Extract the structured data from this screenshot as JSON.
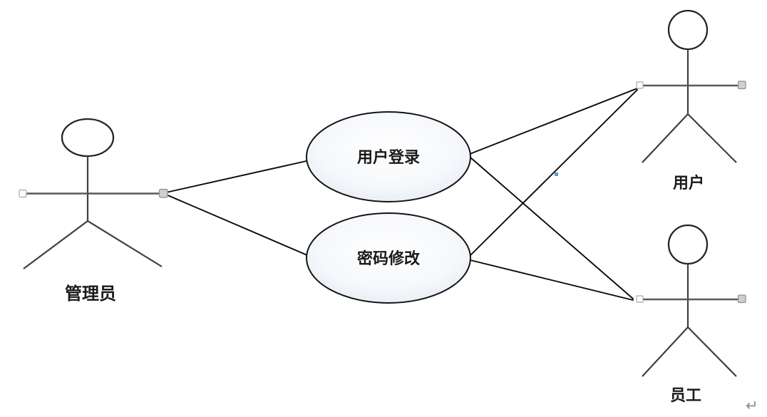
{
  "diagram": {
    "type": "uml-use-case-diagram",
    "actors": [
      {
        "id": "admin",
        "label": "管理员",
        "position": "left"
      },
      {
        "id": "user",
        "label": "用户",
        "position": "top-right"
      },
      {
        "id": "employee",
        "label": "员工",
        "position": "bottom-right"
      }
    ],
    "use_cases": [
      {
        "id": "login",
        "label": "用户登录"
      },
      {
        "id": "password-change",
        "label": "密码修改"
      }
    ],
    "associations": [
      {
        "from": "管理员",
        "to": "用户登录"
      },
      {
        "from": "管理员",
        "to": "密码修改"
      },
      {
        "from": "用户登录",
        "to": "用户"
      },
      {
        "from": "用户登录",
        "to": "员工"
      },
      {
        "from": "密码修改",
        "to": "用户"
      },
      {
        "from": "密码修改",
        "to": "员工"
      }
    ],
    "paragraph_mark": "↵",
    "colors": {
      "background": "#ffffff",
      "figure_stroke": "#3f3f3f",
      "arm_stroke": "#595959",
      "connector_stroke": "#0a0a0a",
      "ellipse_stroke": "#141414",
      "ellipse_gradient_center": "#ffffff",
      "ellipse_gradient_mid": "#f6f8fb",
      "ellipse_gradient_edge": "#dfe6f1",
      "handle_fill_light": "#fdfdfd",
      "handle_fill_gray": "#cfcfcf",
      "handle_stroke": "#8f8f8f",
      "connection_dot": "#5b9bd5",
      "label_color": "#1a1a1a",
      "paragraph_mark_color": "#8c8c8c"
    }
  }
}
